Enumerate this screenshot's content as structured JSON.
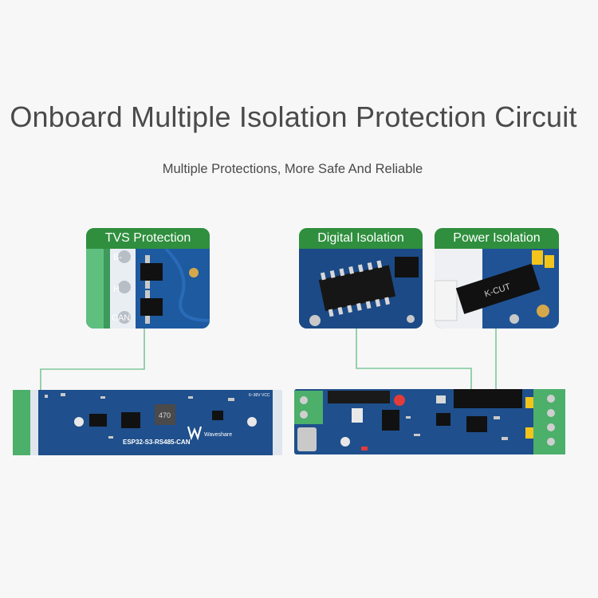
{
  "heading": {
    "title": "Onboard Multiple Isolation Protection Circuit",
    "subtitle": "Multiple Protections, More Safe And Reliable"
  },
  "callouts": {
    "tvs": "TVS Protection",
    "digital": "Digital Isolation",
    "power": "Power Isolation"
  },
  "tvs_silk": {
    "b_minus": "B-",
    "h": "H",
    "can": "CAN"
  },
  "chip_marks": {
    "isolator": "K-CUT",
    "inductor": "470"
  },
  "board_silk": {
    "brand": "Waveshare",
    "model": "ESP32-S3-RS485-CAN",
    "voltage": "6~36V VCC"
  },
  "colors": {
    "callout_green": "#2f8f3e",
    "pcb_blue": "#1f4f8c",
    "terminal_green": "#4caf6a",
    "leader_line": "#7fc79a"
  },
  "icons": [
    "waveshare-logo-icon"
  ]
}
